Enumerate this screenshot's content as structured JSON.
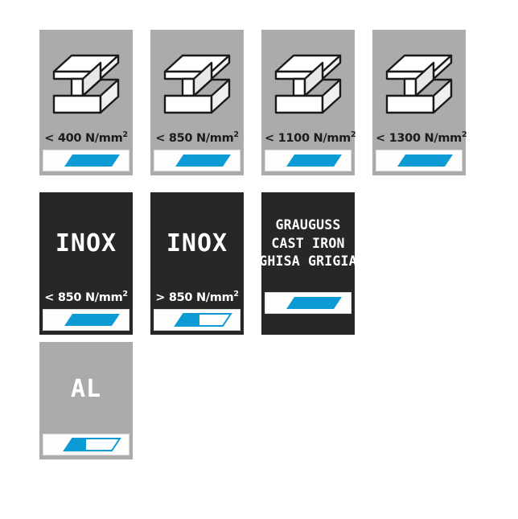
{
  "page": {
    "background": "#ffffff",
    "accent_blue": "#0c9bd4",
    "grey_card": "#ababab",
    "dark_card": "#272727",
    "strip_background": "#fdfdfb"
  },
  "rows": [
    {
      "name": "structural-steel-row",
      "cards": [
        {
          "id": "steel-400",
          "style": "grey",
          "icon": "i-beam-icon",
          "caption_prefix": "< 400 N/mm",
          "caption_sup": "2",
          "fill_percent": 100
        },
        {
          "id": "steel-850",
          "style": "grey",
          "icon": "i-beam-icon",
          "caption_prefix": "< 850 N/mm",
          "caption_sup": "2",
          "fill_percent": 100
        },
        {
          "id": "steel-1100",
          "style": "grey",
          "icon": "i-beam-icon",
          "caption_prefix": "< 1100 N/mm",
          "caption_sup": "2",
          "fill_percent": 100
        },
        {
          "id": "steel-1300",
          "style": "grey",
          "icon": "i-beam-icon",
          "caption_prefix": "< 1300 N/mm",
          "caption_sup": "2",
          "fill_percent": 100
        }
      ]
    },
    {
      "name": "stainless-and-cast-iron-row",
      "cards": [
        {
          "id": "inox-below-850",
          "style": "dark",
          "titles": [
            "INOX"
          ],
          "caption_prefix": "< 850 N/mm",
          "caption_sup": "2",
          "fill_percent": 100
        },
        {
          "id": "inox-above-850",
          "style": "dark",
          "titles": [
            "INOX"
          ],
          "caption_prefix": "> 850 N/mm",
          "caption_sup": "2",
          "fill_percent": 60
        },
        {
          "id": "cast-iron",
          "style": "dark",
          "titles": [
            "GRAUGUSS",
            "CAST IRON",
            "GHISA GRIGIA"
          ],
          "caption_prefix": "",
          "caption_sup": "",
          "fill_percent": 100
        }
      ]
    },
    {
      "name": "aluminium-row",
      "cards": [
        {
          "id": "aluminium",
          "style": "grey",
          "titles": [
            "AL"
          ],
          "caption_prefix": "",
          "caption_sup": "",
          "fill_percent": 50
        }
      ]
    }
  ]
}
